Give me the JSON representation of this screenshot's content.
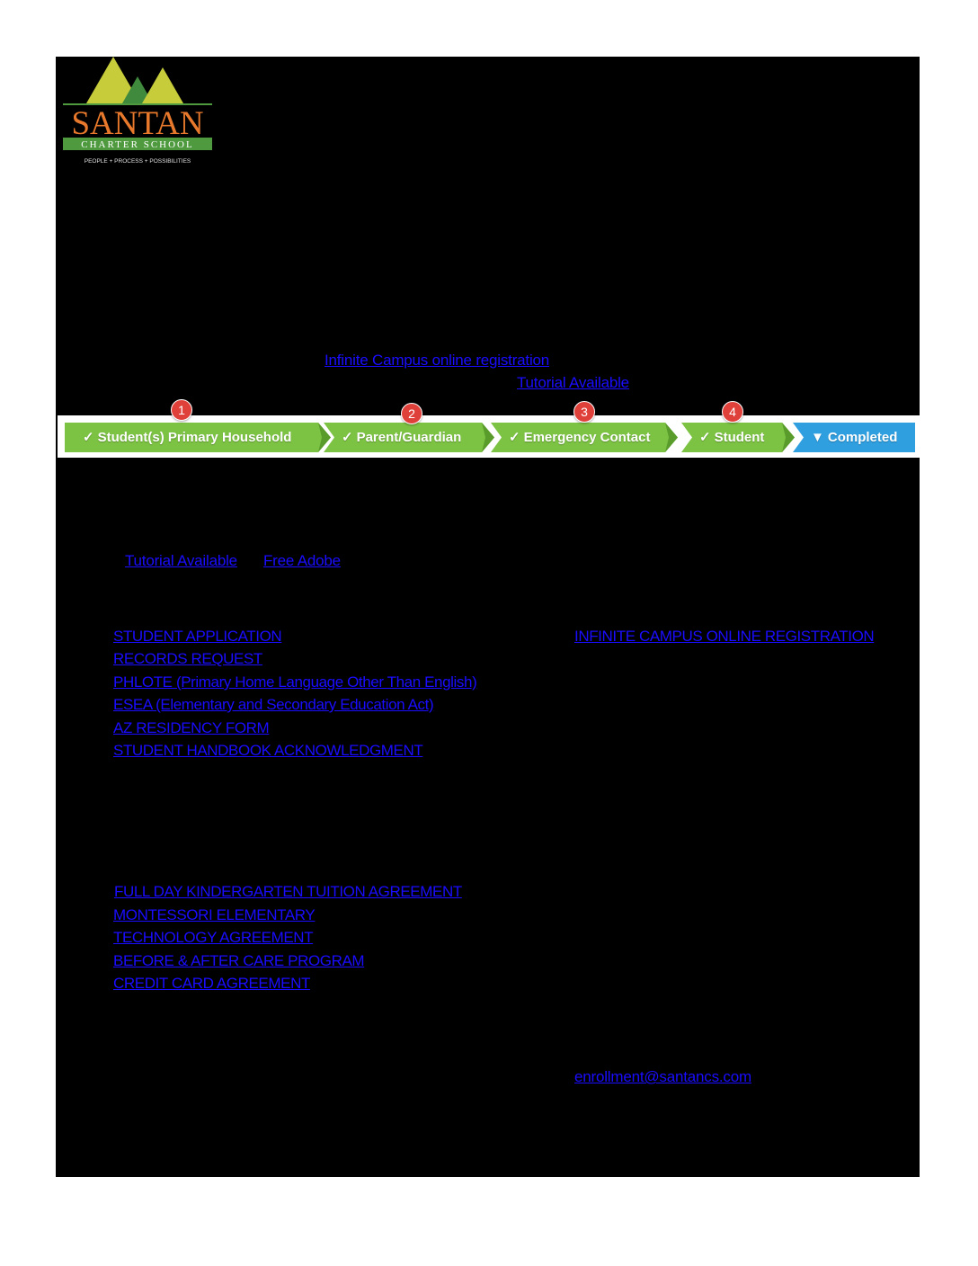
{
  "logo": {
    "name": "SANTAN",
    "subtitle": "CHARTER SCHOOL",
    "tagline": "PEOPLE + PROCESS + POSSIBILITIES",
    "colors": {
      "peak_light": "#c7cc3a",
      "peak_dark": "#3f8a3d",
      "text": "#e8792c",
      "band": "#4f9a3f"
    }
  },
  "top_links": {
    "ic_registration": "Infinite Campus online registration",
    "tutorial": "Tutorial Available"
  },
  "steps": [
    {
      "label": "Student(s) Primary Household",
      "badge": "1"
    },
    {
      "label": "Parent/Guardian",
      "badge": "2"
    },
    {
      "label": "Emergency Contact",
      "badge": "3"
    },
    {
      "label": "Student",
      "badge": "4"
    },
    {
      "label": "Completed"
    }
  ],
  "step_colors": {
    "green": "#7cc243",
    "green_dark": "#5a9c2b",
    "blue": "#2f9fe0"
  },
  "help_links": {
    "tutorial": "Tutorial Available",
    "adobe": "Free Adobe"
  },
  "forms_links": [
    "STUDENT APPLICATION",
    "RECORDS REQUEST",
    "PHLOTE (Primary Home Language Other Than English)",
    "ESEA (Elementary and Secondary Education Act)",
    "AZ RESIDENCY FORM ",
    "STUDENT HANDBOOK ACKNOWLEDGMENT"
  ],
  "right_link": "INFINITE CAMPUS ONLINE REGISTRATION",
  "program_links": [
    "FULL DAY KINDERGARTEN TUITION AGREEMENT",
    "MONTESSORI ELEMENTARY",
    "TECHNOLOGY AGREEMENT",
    "BEFORE & AFTER CARE PROGRAM",
    "CREDIT CARD AGREEMENT"
  ],
  "email": "enrollment@santancs.com"
}
